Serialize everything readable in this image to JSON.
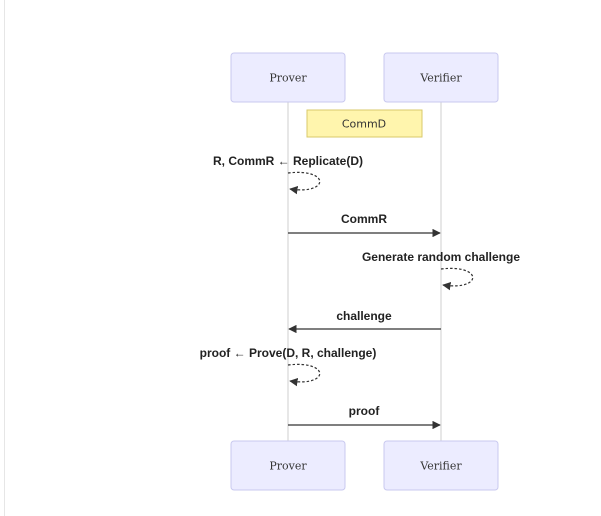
{
  "actors": {
    "prover": "Prover",
    "verifier": "Verifier"
  },
  "note": "CommD",
  "messages": [
    {
      "id": "replicate",
      "from": "prover",
      "to": "prover",
      "label": "R, CommR ← Replicate(D)"
    },
    {
      "id": "commr",
      "from": "prover",
      "to": "verifier",
      "label": "CommR"
    },
    {
      "id": "generate",
      "from": "verifier",
      "to": "verifier",
      "label": "Generate random challenge"
    },
    {
      "id": "challenge",
      "from": "verifier",
      "to": "prover",
      "label": "challenge"
    },
    {
      "id": "prove",
      "from": "prover",
      "to": "prover",
      "label": "proof ← Prove(D, R, challenge)"
    },
    {
      "id": "proof",
      "from": "prover",
      "to": "verifier",
      "label": "proof"
    }
  ],
  "colors": {
    "actor_fill": "#ececff",
    "actor_stroke": "#c9c9ef",
    "note_fill": "#fff5ad",
    "note_stroke": "#d8c96a",
    "line": "#333333"
  }
}
